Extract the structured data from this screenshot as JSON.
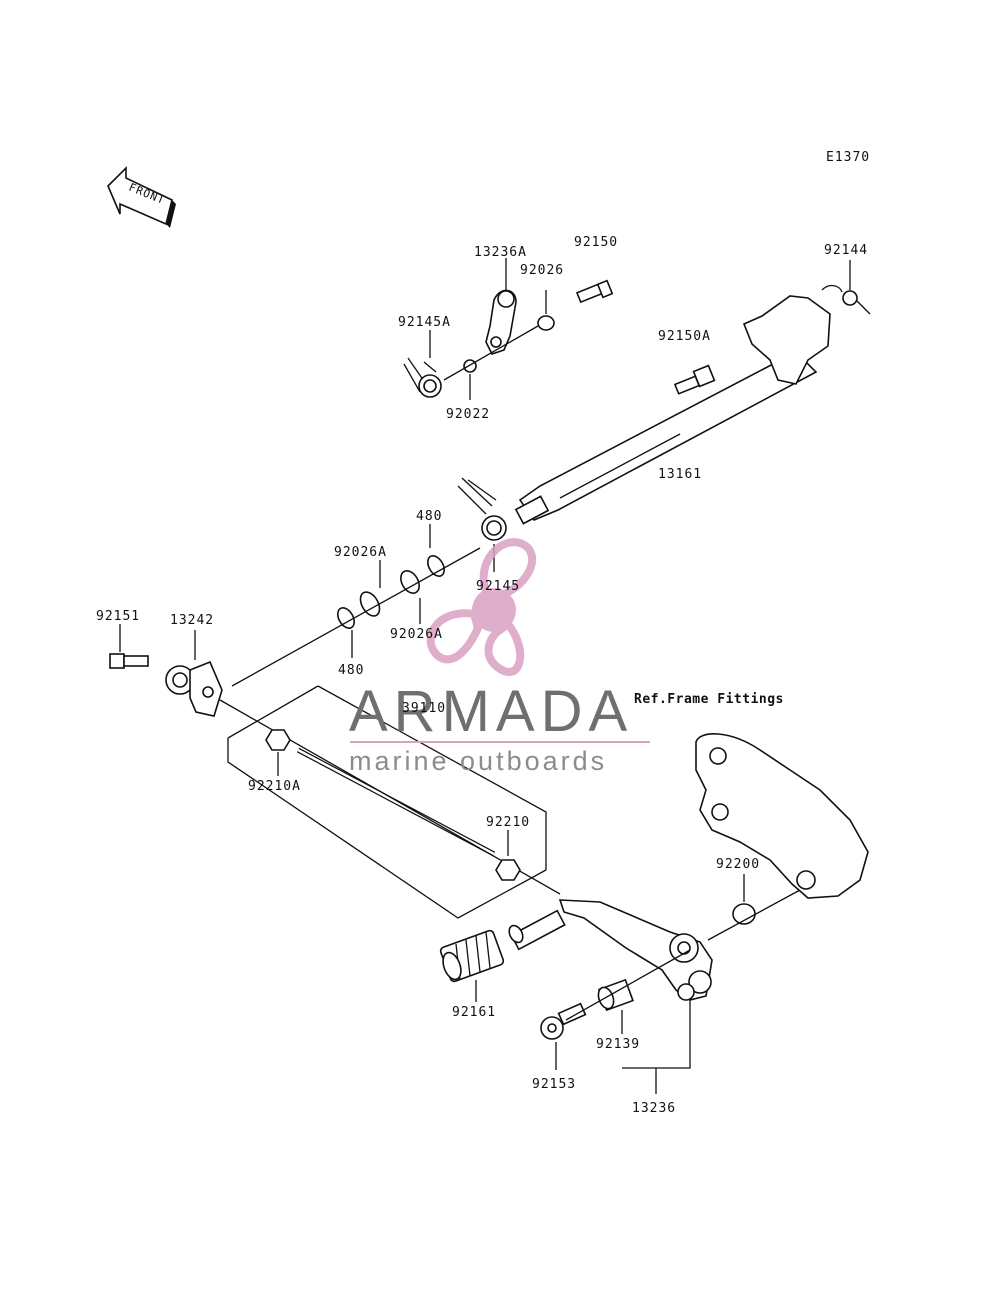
{
  "diagram_code": "E1370",
  "front_arrow_text": "FRONT",
  "ref_note": "Ref.Frame Fittings",
  "watermark": {
    "brand": "ARMADA",
    "tagline": "marine outboards",
    "accent_color": "#d9a0c2"
  },
  "callouts": {
    "p13236A": "13236A",
    "p92150": "92150",
    "p92026": "92026",
    "p92144": "92144",
    "p92145A": "92145A",
    "p92150A": "92150A",
    "p92022": "92022",
    "p13161": "13161",
    "p480_top": "480",
    "p92026A_left": "92026A",
    "p92145": "92145",
    "p92026A_right": "92026A",
    "p92151": "92151",
    "p13242": "13242",
    "p480_bottom": "480",
    "p39110": "39110",
    "p92210A": "92210A",
    "p92210": "92210",
    "p92200": "92200",
    "p92161": "92161",
    "p92139": "92139",
    "p92153": "92153",
    "p13236": "13236"
  }
}
